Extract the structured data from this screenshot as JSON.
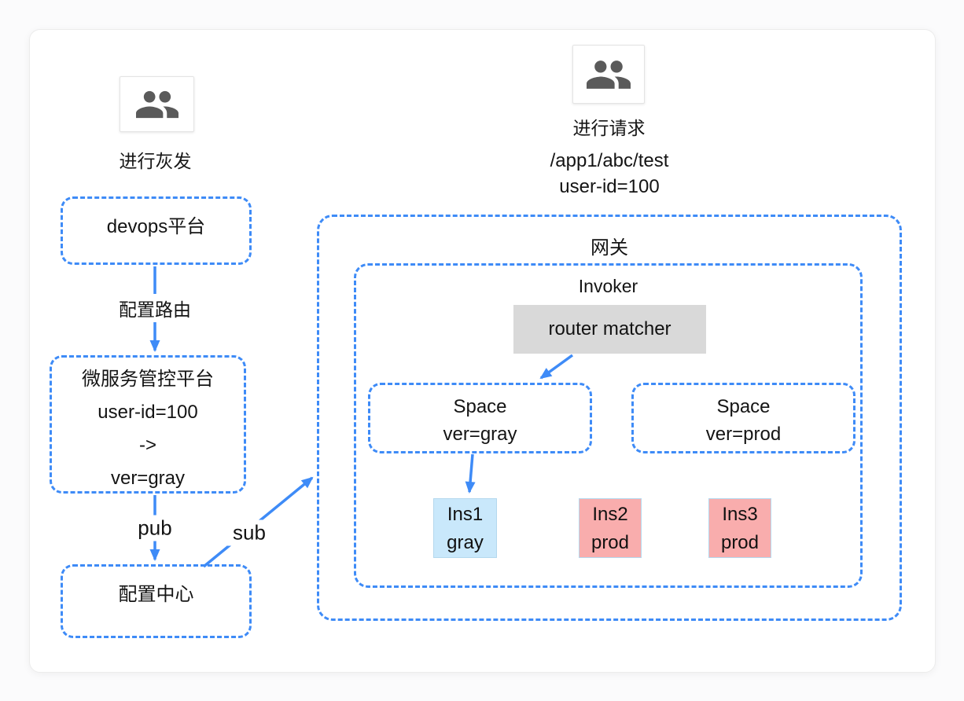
{
  "colors": {
    "accent_blue": "#3e8bf7",
    "router_matcher_bg": "#d9d9d9",
    "ins_gray_bg": "#c9e8fb",
    "ins_prod_bg": "#f9adad",
    "icon_gray": "#5a5a5a",
    "canvas_bg": "#ffffff"
  },
  "actors": {
    "publisher": {
      "icon": "people-icon",
      "label": "进行灰发"
    },
    "requester": {
      "icon": "people-icon",
      "label": "进行请求",
      "request_line1": "/app1/abc/test",
      "request_line2": "user-id=100"
    }
  },
  "nodes": {
    "devops": {
      "label": "devops平台"
    },
    "platform": {
      "lines": [
        "微服务管控平台",
        "user-id=100",
        "->",
        "ver=gray"
      ]
    },
    "config_center": {
      "label": "配置中心"
    },
    "gateway": {
      "label": "网关"
    },
    "invoker": {
      "label": "Invoker"
    },
    "router_matcher": {
      "label": "router matcher"
    },
    "space_gray": {
      "lines": [
        "Space",
        "ver=gray"
      ]
    },
    "space_prod": {
      "lines": [
        "Space",
        "ver=prod"
      ]
    },
    "ins1": {
      "lines": [
        "Ins1",
        "gray"
      ]
    },
    "ins2": {
      "lines": [
        "Ins2",
        "prod"
      ]
    },
    "ins3": {
      "lines": [
        "Ins3",
        "prod"
      ]
    }
  },
  "edges": {
    "configure_route": {
      "label": "配置路由"
    },
    "pub": {
      "label": "pub"
    },
    "sub": {
      "label": "sub"
    }
  }
}
